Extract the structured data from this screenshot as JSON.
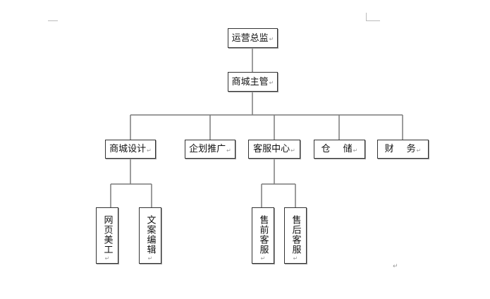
{
  "org_chart": {
    "root": {
      "label": "运营总监"
    },
    "manager": {
      "label": "商城主管"
    },
    "departments": [
      {
        "label": "商城设计"
      },
      {
        "label": "企划推广"
      },
      {
        "label": "客服中心"
      },
      {
        "label": "仓储"
      },
      {
        "label": "财务"
      }
    ],
    "design_roles": [
      {
        "label": "网页美工"
      },
      {
        "label": "文案编辑"
      }
    ],
    "service_roles": [
      {
        "label": "售前客服"
      },
      {
        "label": "售后客服"
      }
    ]
  },
  "paragraph_mark": "↵",
  "colors": {
    "line": "#7a7a7a",
    "border": "#333333",
    "mark": "#999999"
  }
}
